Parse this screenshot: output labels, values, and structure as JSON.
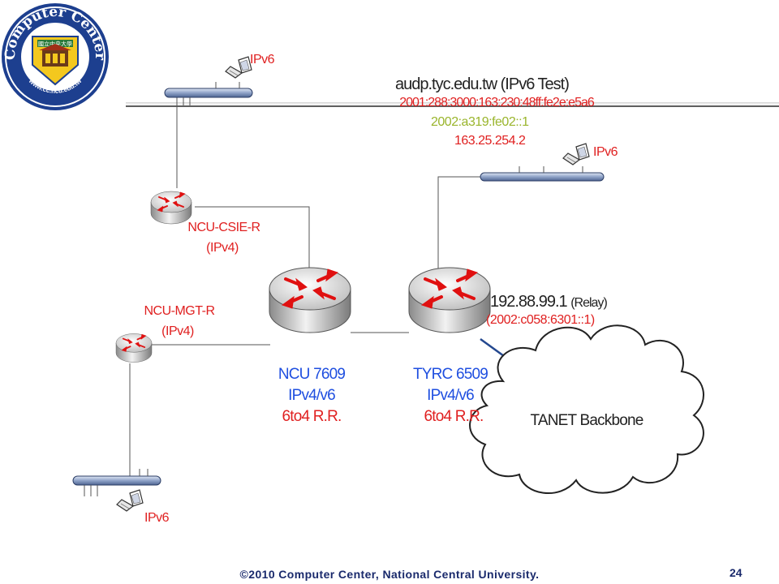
{
  "logo": {
    "top_text": "Computer Center",
    "bottom_text": "www.cc.ncu.edu.tw",
    "emblem_text": "國立中央大學"
  },
  "server": {
    "name": "audp.tyc.edu.tw (IPv6 Test)",
    "ipv6_a": "2001:288:3000:163:230:48ff:fe2e:e5a6",
    "ipv6_b": "2002:a319:fe02::1",
    "ipv4": "163.25.254.2"
  },
  "hosts": {
    "top_left": "IPv6",
    "top_right": "IPv6",
    "bottom_left": "IPv6"
  },
  "routers": {
    "csie": {
      "name": "NCU-CSIE-R",
      "proto": "(IPv4)"
    },
    "mgt": {
      "name": "NCU-MGT-R",
      "proto": "(IPv4)"
    },
    "ncu": {
      "name": "NCU 7609",
      "proto": "IPv4/v6",
      "role": "6to4 R.R."
    },
    "tyrc": {
      "name": "TYRC 6509",
      "proto": "IPv4/v6",
      "role": "6to4 R.R."
    }
  },
  "relay": {
    "ipv4": "192.88.99.1",
    "tag": "(Relay)",
    "ipv6": "(2002:c058:6301::1)"
  },
  "cloud": {
    "label": "TANET Backbone"
  },
  "footer": {
    "copyright": "©2010  Computer Center, National Central University.",
    "page": "24"
  },
  "colors": {
    "label_red": "#e02020",
    "label_blue": "#1f4fe0",
    "label_green": "#9ab52c",
    "footer_navy": "#1a2a6c",
    "router_red": "#e01010"
  }
}
